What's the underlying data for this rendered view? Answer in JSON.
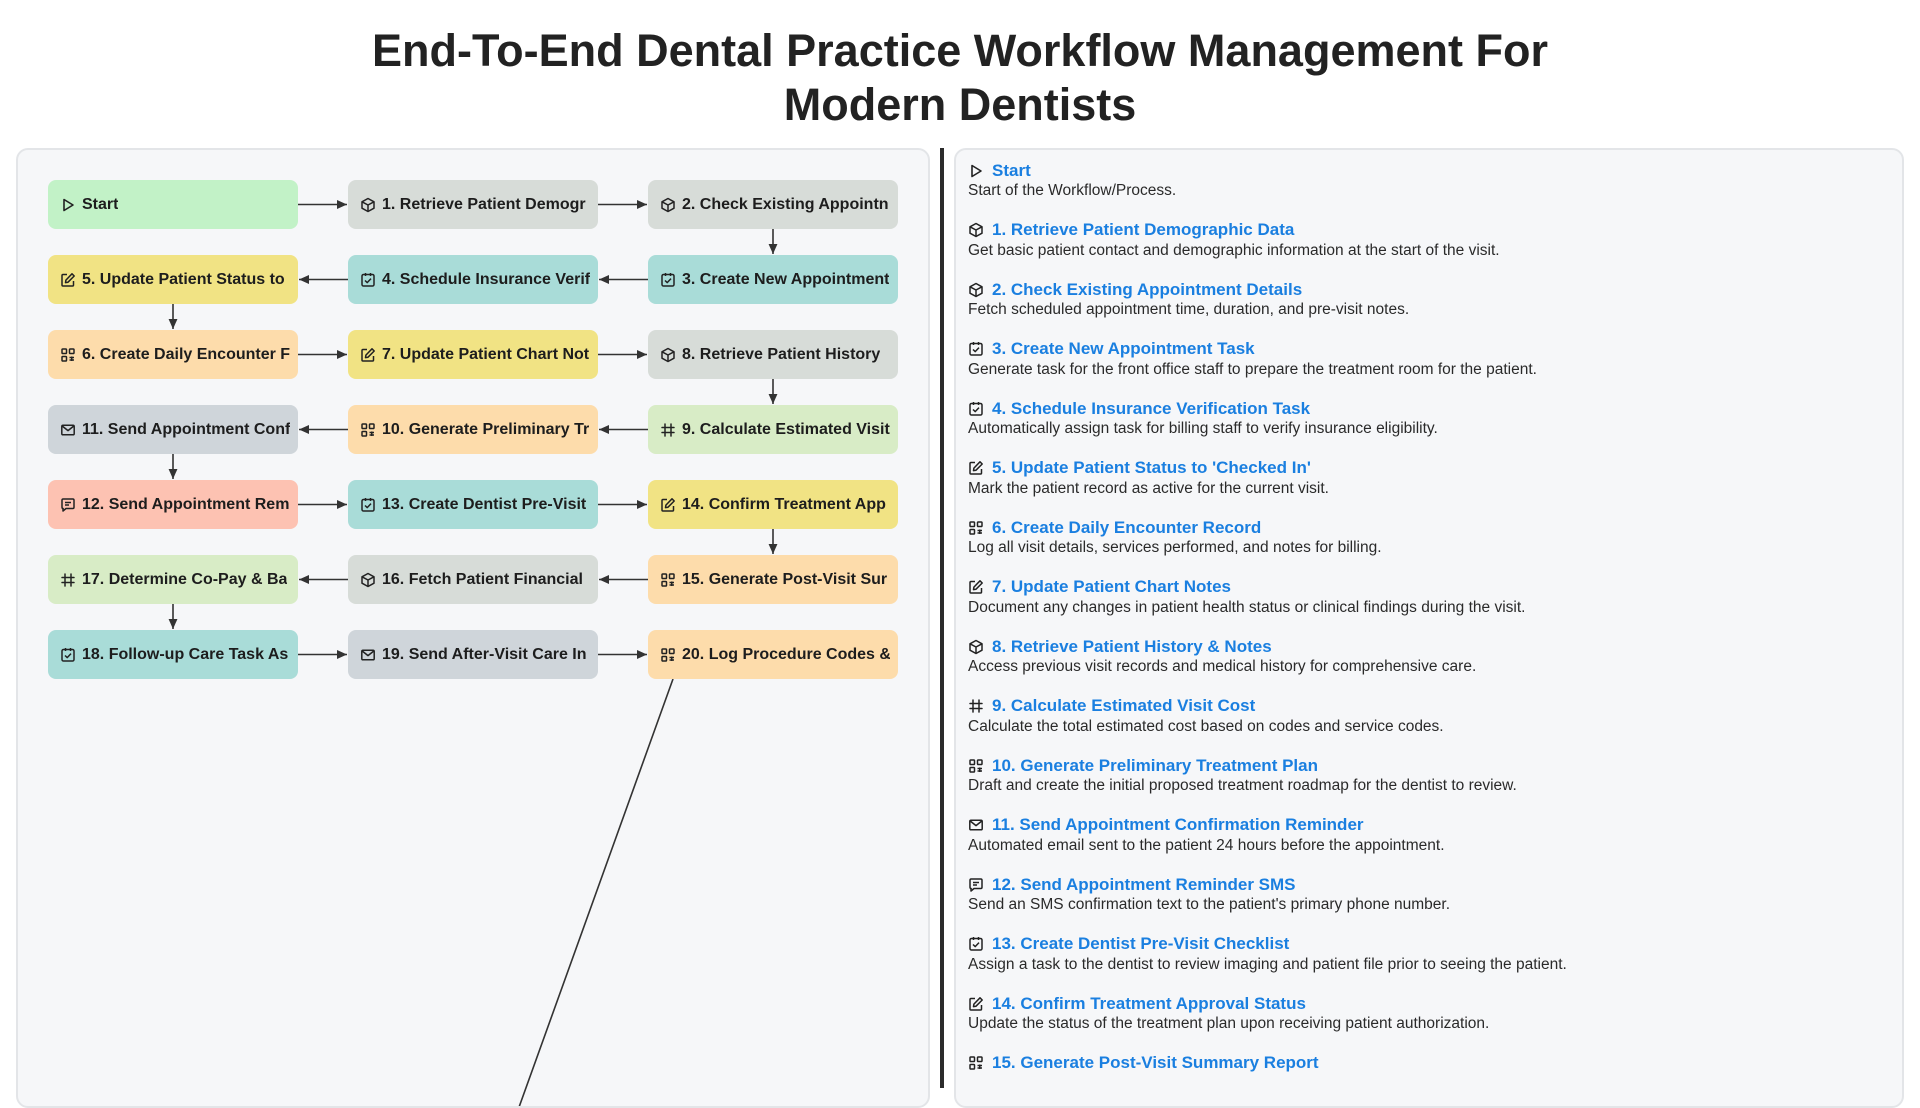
{
  "page": {
    "title_line1": "End-To-End Dental Practice Workflow Management For",
    "title_line2": "Modern Dentists"
  },
  "colors": {
    "green": "#c2f2c7",
    "gray": "#d7dcd8",
    "teal": "#a9dcd8",
    "yellow": "#f1e384",
    "orange": "#fddcab",
    "slate": "#cfd5da",
    "salmon": "#fdc2b2",
    "lime": "#d8ecc6",
    "link": "#1a7fe0"
  },
  "nodes": [
    {
      "id": "start",
      "label": "Start",
      "icon": "play-icon",
      "color": "green"
    },
    {
      "id": "n1",
      "label": "1. Retrieve Patient Demogr",
      "icon": "cube-icon",
      "color": "gray"
    },
    {
      "id": "n2",
      "label": "2. Check Existing Appointn",
      "icon": "cube-icon",
      "color": "gray"
    },
    {
      "id": "n3",
      "label": "3. Create New Appointment",
      "icon": "task-icon",
      "color": "teal"
    },
    {
      "id": "n4",
      "label": "4. Schedule Insurance Verif",
      "icon": "task-icon",
      "color": "teal"
    },
    {
      "id": "n5",
      "label": "5. Update Patient Status to",
      "icon": "edit-icon",
      "color": "yellow"
    },
    {
      "id": "n6",
      "label": "6. Create Daily Encounter F",
      "icon": "grid-icon",
      "color": "orange"
    },
    {
      "id": "n7",
      "label": "7. Update Patient Chart Not",
      "icon": "edit-icon",
      "color": "yellow"
    },
    {
      "id": "n8",
      "label": "8. Retrieve Patient History ",
      "icon": "cube-icon",
      "color": "gray"
    },
    {
      "id": "n9",
      "label": "9. Calculate Estimated Visit",
      "icon": "calc-icon",
      "color": "lime"
    },
    {
      "id": "n10",
      "label": "10. Generate Preliminary Tr",
      "icon": "grid-icon",
      "color": "orange"
    },
    {
      "id": "n11",
      "label": "11. Send Appointment Conf",
      "icon": "mail-icon",
      "color": "slate"
    },
    {
      "id": "n12",
      "label": "12. Send Appointment Rem",
      "icon": "chat-icon",
      "color": "salmon"
    },
    {
      "id": "n13",
      "label": "13. Create Dentist Pre-Visit",
      "icon": "task-icon",
      "color": "teal"
    },
    {
      "id": "n14",
      "label": "14. Confirm Treatment App",
      "icon": "edit-icon",
      "color": "yellow"
    },
    {
      "id": "n15",
      "label": "15. Generate Post-Visit Sur",
      "icon": "grid-icon",
      "color": "orange"
    },
    {
      "id": "n16",
      "label": "16. Fetch Patient Financial",
      "icon": "cube-icon",
      "color": "gray"
    },
    {
      "id": "n17",
      "label": "17. Determine Co-Pay & Ba",
      "icon": "calc-icon",
      "color": "lime"
    },
    {
      "id": "n18",
      "label": "18. Follow-up Care Task As",
      "icon": "task-icon",
      "color": "teal"
    },
    {
      "id": "n19",
      "label": "19. Send After-Visit Care In",
      "icon": "mail-icon",
      "color": "slate"
    },
    {
      "id": "n20",
      "label": "20. Log Procedure Codes &",
      "icon": "grid-icon",
      "color": "orange"
    }
  ],
  "steps": [
    {
      "title": "Start",
      "desc": "Start of the Workflow/Process.",
      "icon": "play-icon"
    },
    {
      "title": "1. Retrieve Patient Demographic Data",
      "desc": "Get basic patient contact and demographic information at the start of the visit.",
      "icon": "cube-icon"
    },
    {
      "title": "2. Check Existing Appointment Details",
      "desc": "Fetch scheduled appointment time, duration, and pre-visit notes.",
      "icon": "cube-icon"
    },
    {
      "title": "3. Create New Appointment Task",
      "desc": "Generate task for the front office staff to prepare the treatment room for the patient.",
      "icon": "task-icon"
    },
    {
      "title": "4. Schedule Insurance Verification Task",
      "desc": "Automatically assign task for billing staff to verify insurance eligibility.",
      "icon": "task-icon"
    },
    {
      "title": "5. Update Patient Status to 'Checked In'",
      "desc": "Mark the patient record as active for the current visit.",
      "icon": "edit-icon"
    },
    {
      "title": "6. Create Daily Encounter Record",
      "desc": "Log all visit details, services performed, and notes for billing.",
      "icon": "grid-icon"
    },
    {
      "title": "7. Update Patient Chart Notes",
      "desc": "Document any changes in patient health status or clinical findings during the visit.",
      "icon": "edit-icon"
    },
    {
      "title": "8. Retrieve Patient History & Notes",
      "desc": "Access previous visit records and medical history for comprehensive care.",
      "icon": "cube-icon"
    },
    {
      "title": "9. Calculate Estimated Visit Cost",
      "desc": "Calculate the total estimated cost based on codes and service codes.",
      "icon": "calc-icon"
    },
    {
      "title": "10. Generate Preliminary Treatment Plan",
      "desc": "Draft and create the initial proposed treatment roadmap for the dentist to review.",
      "icon": "grid-icon"
    },
    {
      "title": "11. Send Appointment Confirmation Reminder",
      "desc": "Automated email sent to the patient 24 hours before the appointment.",
      "icon": "mail-icon"
    },
    {
      "title": "12. Send Appointment Reminder SMS",
      "desc": "Send an SMS confirmation text to the patient's primary phone number.",
      "icon": "chat-icon"
    },
    {
      "title": "13. Create Dentist Pre-Visit Checklist",
      "desc": "Assign a task to the dentist to review imaging and patient file prior to seeing the patient.",
      "icon": "task-icon"
    },
    {
      "title": "14. Confirm Treatment Approval Status",
      "desc": "Update the status of the treatment plan upon receiving patient authorization.",
      "icon": "edit-icon"
    },
    {
      "title": "15. Generate Post-Visit Summary Report",
      "desc": "",
      "icon": "grid-icon"
    }
  ]
}
